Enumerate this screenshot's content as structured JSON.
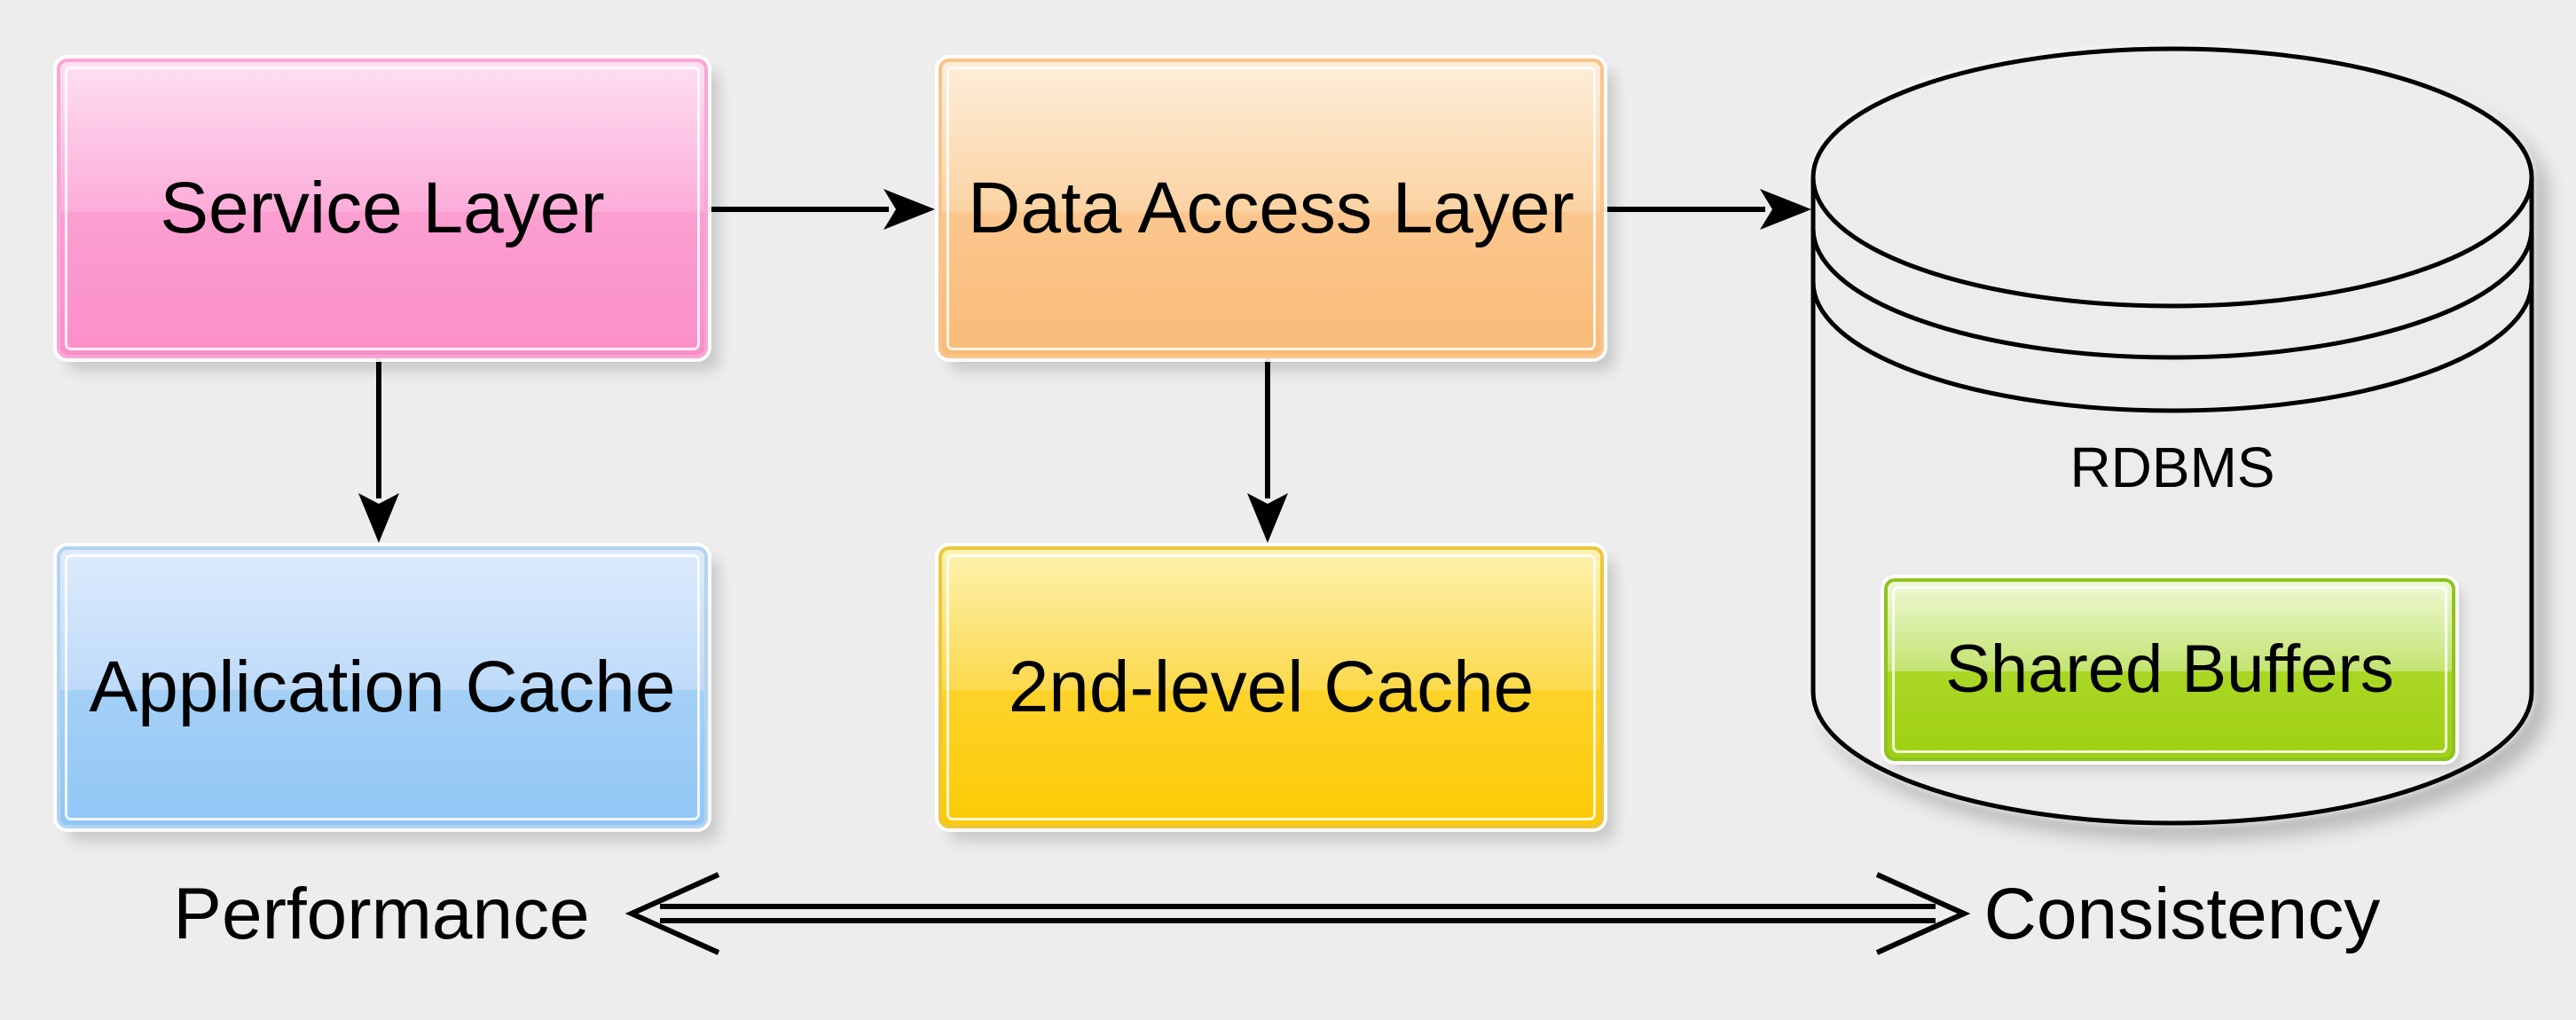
{
  "diagram": {
    "type": "architecture-diagram",
    "background_color": "#ededed",
    "nodes": [
      {
        "id": "service-layer",
        "label": "Service Layer",
        "fill": "#fb8fc8",
        "border": "#f9a6d5"
      },
      {
        "id": "data-access-layer",
        "label": "Data Access Layer",
        "fill": "#fabb77",
        "border": "#f9c48c"
      },
      {
        "id": "application-cache",
        "label": "Application Cache",
        "fill": "#92c6f6",
        "border": "#b2d4f0"
      },
      {
        "id": "second-level-cache",
        "label": "2nd-level Cache",
        "fill": "#fcca05",
        "border": "#eec63b"
      },
      {
        "id": "shared-buffers",
        "label": "Shared Buffers",
        "fill": "#9fd013",
        "border": "#8dc41e"
      }
    ],
    "database": {
      "id": "rdbms",
      "label": "RDBMS",
      "shape": "cylinder",
      "fill": "#ececec",
      "contains": [
        "shared-buffers"
      ]
    },
    "edges": [
      {
        "from": "service-layer",
        "to": "data-access-layer",
        "style": "solid-arrow"
      },
      {
        "from": "data-access-layer",
        "to": "rdbms",
        "style": "solid-arrow"
      },
      {
        "from": "service-layer",
        "to": "application-cache",
        "style": "solid-arrow"
      },
      {
        "from": "data-access-layer",
        "to": "second-level-cache",
        "style": "solid-arrow"
      }
    ],
    "tradeoff_axis": {
      "left_label": "Performance",
      "right_label": "Consistency",
      "style": "double-headed-open-arrow"
    }
  }
}
